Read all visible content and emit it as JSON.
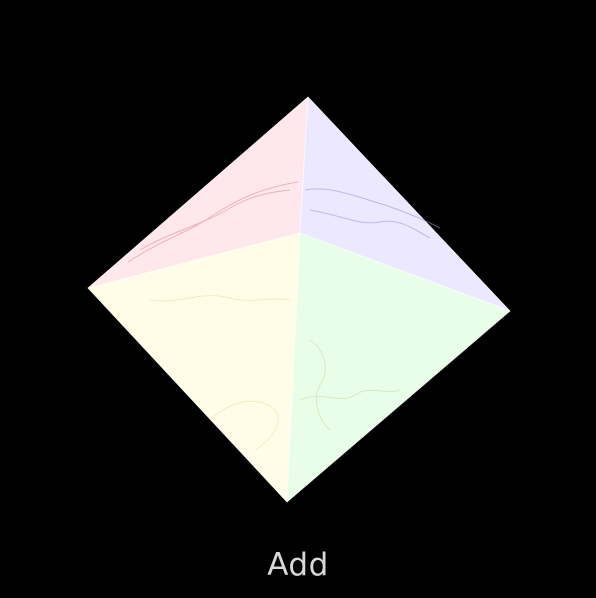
{
  "caption": {
    "label": "Add"
  },
  "shape": {
    "name": "octahedron",
    "faces": [
      {
        "id": "top-left",
        "color": "#ffe8ec"
      },
      {
        "id": "top-right",
        "color": "#ebe8ff"
      },
      {
        "id": "bottom-left",
        "color": "#fffde8"
      },
      {
        "id": "bottom-right",
        "color": "#e9fee9"
      }
    ],
    "vein_colors": {
      "top-left": "#d98a8a",
      "top-right": "#a58ad9",
      "bottom-left": "#e8e0a0",
      "bottom-right": "#c8d8a0"
    },
    "edge_color": "#ffffff"
  },
  "colors": {
    "background": "#000000",
    "label": "#d8d8d8"
  }
}
